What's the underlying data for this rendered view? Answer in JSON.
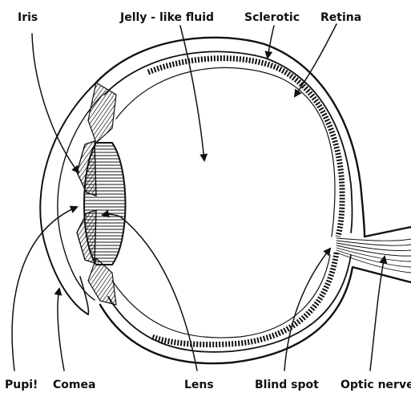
{
  "labels": {
    "iris": "Iris",
    "jelly": "Jelly - like fluid",
    "sclerotic": "Sclerotic",
    "retina": "Retina",
    "pupil": "Pupi!",
    "cornea": "Comea",
    "lens": "Lens",
    "blind_spot": "Blind spot",
    "optic_nerve": "Optic nerve"
  },
  "colors": {
    "ink": "#111111",
    "background": "#ffffff"
  }
}
